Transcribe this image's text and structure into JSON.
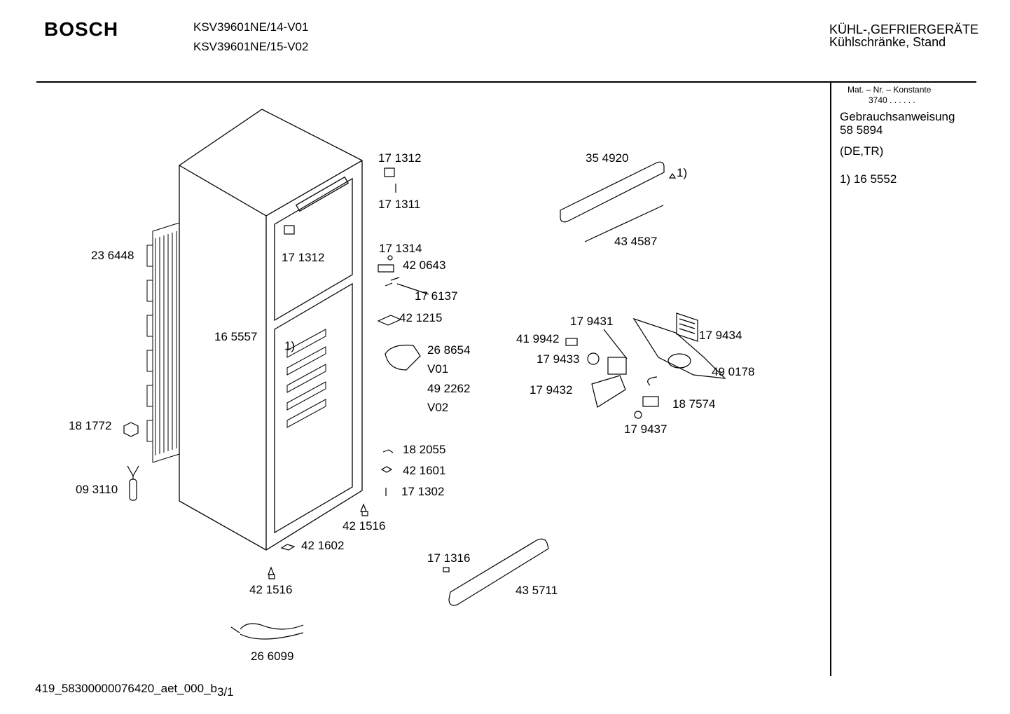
{
  "header": {
    "brand": "BOSCH",
    "models": [
      "KSV39601NE/14-V01",
      "KSV39601NE/15-V02"
    ],
    "category": "KÜHL-,GEFRIERGERÄTE",
    "subcategory": "Kühlschränke, Stand"
  },
  "sidebar": {
    "mat_header": "Mat. – Nr. – Konstante",
    "mat_value": "3740 . .   . . . .",
    "manual_label": "Gebrauchsanweisung",
    "manual_number": "58 5894",
    "languages": "(DE,TR)",
    "footnote": "1)  16 5552"
  },
  "labels": [
    "17 1312",
    "17 1311",
    "17 1312",
    "23 6448",
    "17 1314",
    "42 0643",
    "17 6137",
    "42 1215",
    "16 5557",
    "1)",
    "26 8654",
    "V01",
    "49 2262",
    "V02",
    "18 1772",
    "09 3110",
    "18 2055",
    "42 1601",
    "17 1302",
    "42 1516",
    "42 1602",
    "42 1516",
    "26 6099",
    "17 1316",
    "43 5711",
    "35 4920",
    "1)",
    "43 4587",
    "17 9431",
    "17 9434",
    "41 9942",
    "17 9433",
    "49 0178",
    "17 9432",
    "18 7574",
    "17 9437"
  ],
  "footer": {
    "code": "419_58300000076420_aet_000_b",
    "page": "3/1"
  }
}
